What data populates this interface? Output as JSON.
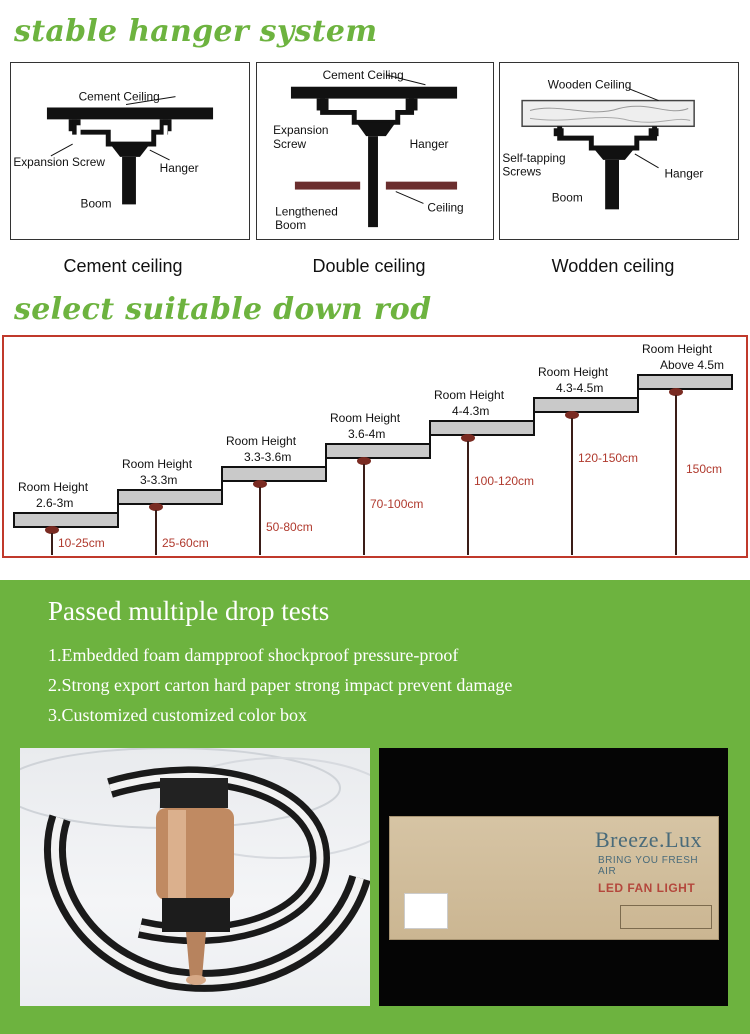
{
  "hanger": {
    "title": "stable hanger system",
    "panels": [
      {
        "caption": "Cement ceiling",
        "labels": {
          "ceiling": "Cement Ceiling",
          "screw": "Expansion Screw",
          "hanger": "Hanger",
          "boom": "Boom"
        }
      },
      {
        "caption": "Double ceiling",
        "labels": {
          "ceiling": "Cement Ceiling",
          "screw_1": "Expansion",
          "screw_2": "Screw",
          "hanger": "Hanger",
          "boom_1": "Lengthened",
          "boom_2": "Boom",
          "lower": "Ceiling"
        }
      },
      {
        "caption": "Wodden ceiling",
        "labels": {
          "ceiling": "Wooden Ceiling",
          "screw_1": "Self-tapping",
          "screw_2": "Screws",
          "hanger": "Hanger",
          "boom": "Boom"
        }
      }
    ]
  },
  "downrod": {
    "title": "select suitable down rod",
    "steps": [
      {
        "room_1": "Room Height",
        "room_2": "2.6-3m",
        "length": "10-25cm"
      },
      {
        "room_1": "Room Height",
        "room_2": "3-3.3m",
        "length": "25-60cm"
      },
      {
        "room_1": "Room Height",
        "room_2": "3.3-3.6m",
        "length": "50-80cm"
      },
      {
        "room_1": "Room Height",
        "room_2": "3.6-4m",
        "length": "70-100cm"
      },
      {
        "room_1": "Room Height",
        "room_2": "4-4.3m",
        "length": "100-120cm"
      },
      {
        "room_1": "Room Height",
        "room_2": "4.3-4.5m",
        "length": "120-150cm"
      },
      {
        "room_1": "Room Height",
        "room_2": "Above 4.5m",
        "length": "150cm"
      }
    ]
  },
  "drop": {
    "title": "Passed multiple drop tests",
    "items": [
      "1.Embedded foam dampproof shockproof pressure-proof",
      "2.Strong export carton hard paper strong impact prevent damage",
      "3.Customized customized color box"
    ]
  },
  "carton": {
    "brand": "Breeze.Lux",
    "slogan": "BRING YOU FRESH AIR",
    "product": "LED FAN LIGHT"
  },
  "colors": {
    "green": "#6db33f",
    "red_border": "#c0392b",
    "rod_label": "#b03a2e"
  }
}
